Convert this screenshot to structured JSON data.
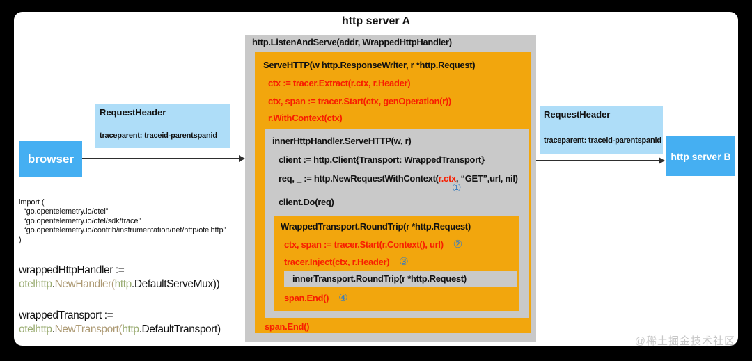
{
  "title": "http server A",
  "watermark": "@稀土掘金技术社区",
  "colors": {
    "orange": "#f2a60d",
    "gray": "#c9c9c9",
    "node_blue": "#45aff2",
    "header_lightblue": "#aeddf8",
    "code_red": "#f81e00",
    "marker_blue": "#3b7ebe",
    "token_green": "#9aac72",
    "token_tan": "#ad9a74"
  },
  "listen_box": {
    "header": "http.ListenAndServe(addr, WrappedHttpHandler)"
  },
  "serve_http": {
    "title": "ServeHTTP(w http.ResponseWriter, r *http.Request)",
    "extract_line": "ctx := tracer.Extract(r.ctx, r.Header)",
    "start_line": "ctx, span := tracer.Start(ctx, genOperation(r))",
    "with_context_line": "r.WithContext(ctx)",
    "span_end": "span.End()"
  },
  "inner_handler": {
    "title": "innerHttpHandler.ServeHTTP(w, r)",
    "client_line": "client := http.Client{Transport: WrappedTransport}",
    "req_prefix": "req, _ := http.NewRequestWithContext(",
    "req_red": "r.ctx",
    "req_suffix": ", “GET”,url, nil)",
    "marker1": "①",
    "do_line": "client.Do(req)"
  },
  "wrapped_transport": {
    "title": "WrappedTransport.RoundTrip(r *http.Request)",
    "start_line": "ctx, span := tracer.Start(r.Context(), url)",
    "marker2": "②",
    "inject_line": "tracer.Inject(ctx, r.Header)",
    "marker3": "③",
    "inner_title": "innerTransport.RoundTrip(r *http.Request)",
    "span_end": "span.End()",
    "marker4": "④"
  },
  "browser": {
    "label": "browser"
  },
  "server_b": {
    "label": "http server B"
  },
  "request_header_left": {
    "title": "RequestHeader",
    "value": "traceparent: traceid-parentspanid"
  },
  "request_header_right": {
    "title": "RequestHeader",
    "value": "traceparent: traceid-parentspanid"
  },
  "imports": {
    "l0": "import (",
    "l1": "“go.opentelemetry.io/otel”",
    "l2": "“go.opentelemetry.io/otel/sdk/trace”",
    "l3": "“go.opentelemetry.io/contrib/instrumentation/net/http/otelhttp”",
    "l4": ")"
  },
  "handler_code": {
    "line1": "wrappedHttpHandler :=",
    "pkg": "otelhttp",
    "dot": ".",
    "func": "NewHandler",
    "paren": "(",
    "http": "http",
    "rest": ".DefaultServeMux))"
  },
  "transport_code": {
    "line1": "wrappedTransport :=",
    "pkg": "otelhttp",
    "dot": ".",
    "func": "NewTransport",
    "paren": "(",
    "http": "http",
    "rest": ".DefaultTransport)"
  }
}
